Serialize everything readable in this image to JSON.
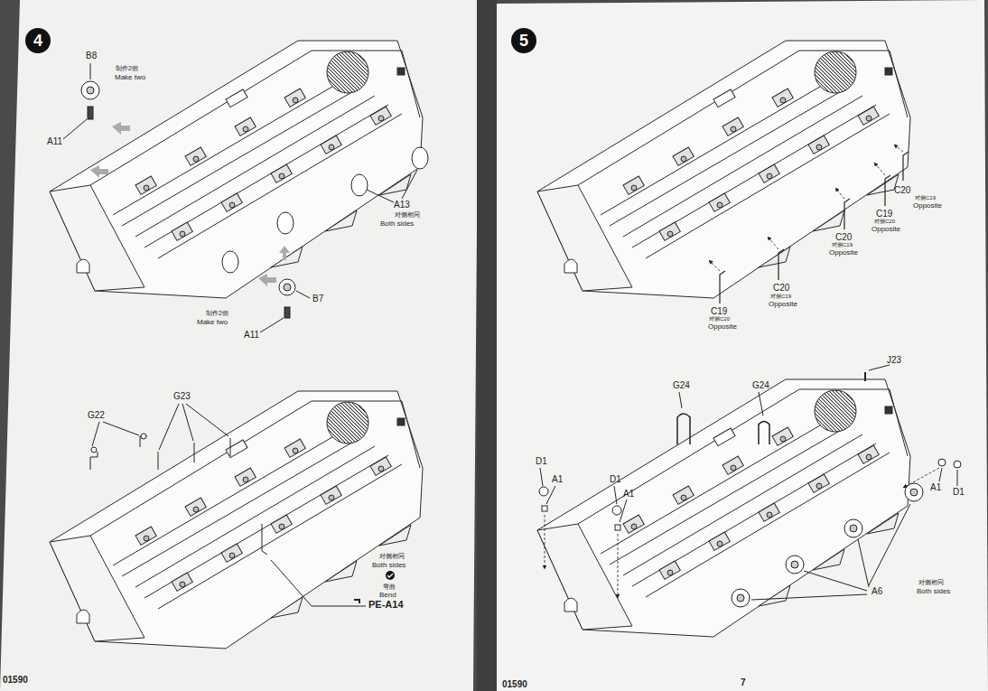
{
  "diagram": {
    "nodes": [
      {
        "text": [
          "4"
        ]
      },
      {
        "text": [
          "5"
        ]
      }
    ],
    "labels": [
      "B8",
      "制作2個",
      "Make two",
      "A11",
      "A13",
      "对侧相同",
      "Both sides",
      "制作2個",
      "Make two",
      "B7",
      "A11",
      "G22",
      "G23",
      "对侧相同",
      "Both sides",
      "弯曲",
      "Bend",
      "PE-A14",
      "01590",
      "C20",
      "对侧C19",
      "Opposite",
      "C19",
      "对侧C20",
      "Opposite",
      "C20",
      "对侧C19",
      "Opposite",
      "C20",
      "对侧C19",
      "Opposite",
      "C19",
      "对侧C20",
      "Opposite",
      "J23",
      "G24",
      "G24",
      "D1",
      "A1",
      "D1",
      "A1",
      "A1",
      "D1",
      "对侧相同",
      "Both sides",
      "A6",
      "01590",
      "7"
    ]
  }
}
